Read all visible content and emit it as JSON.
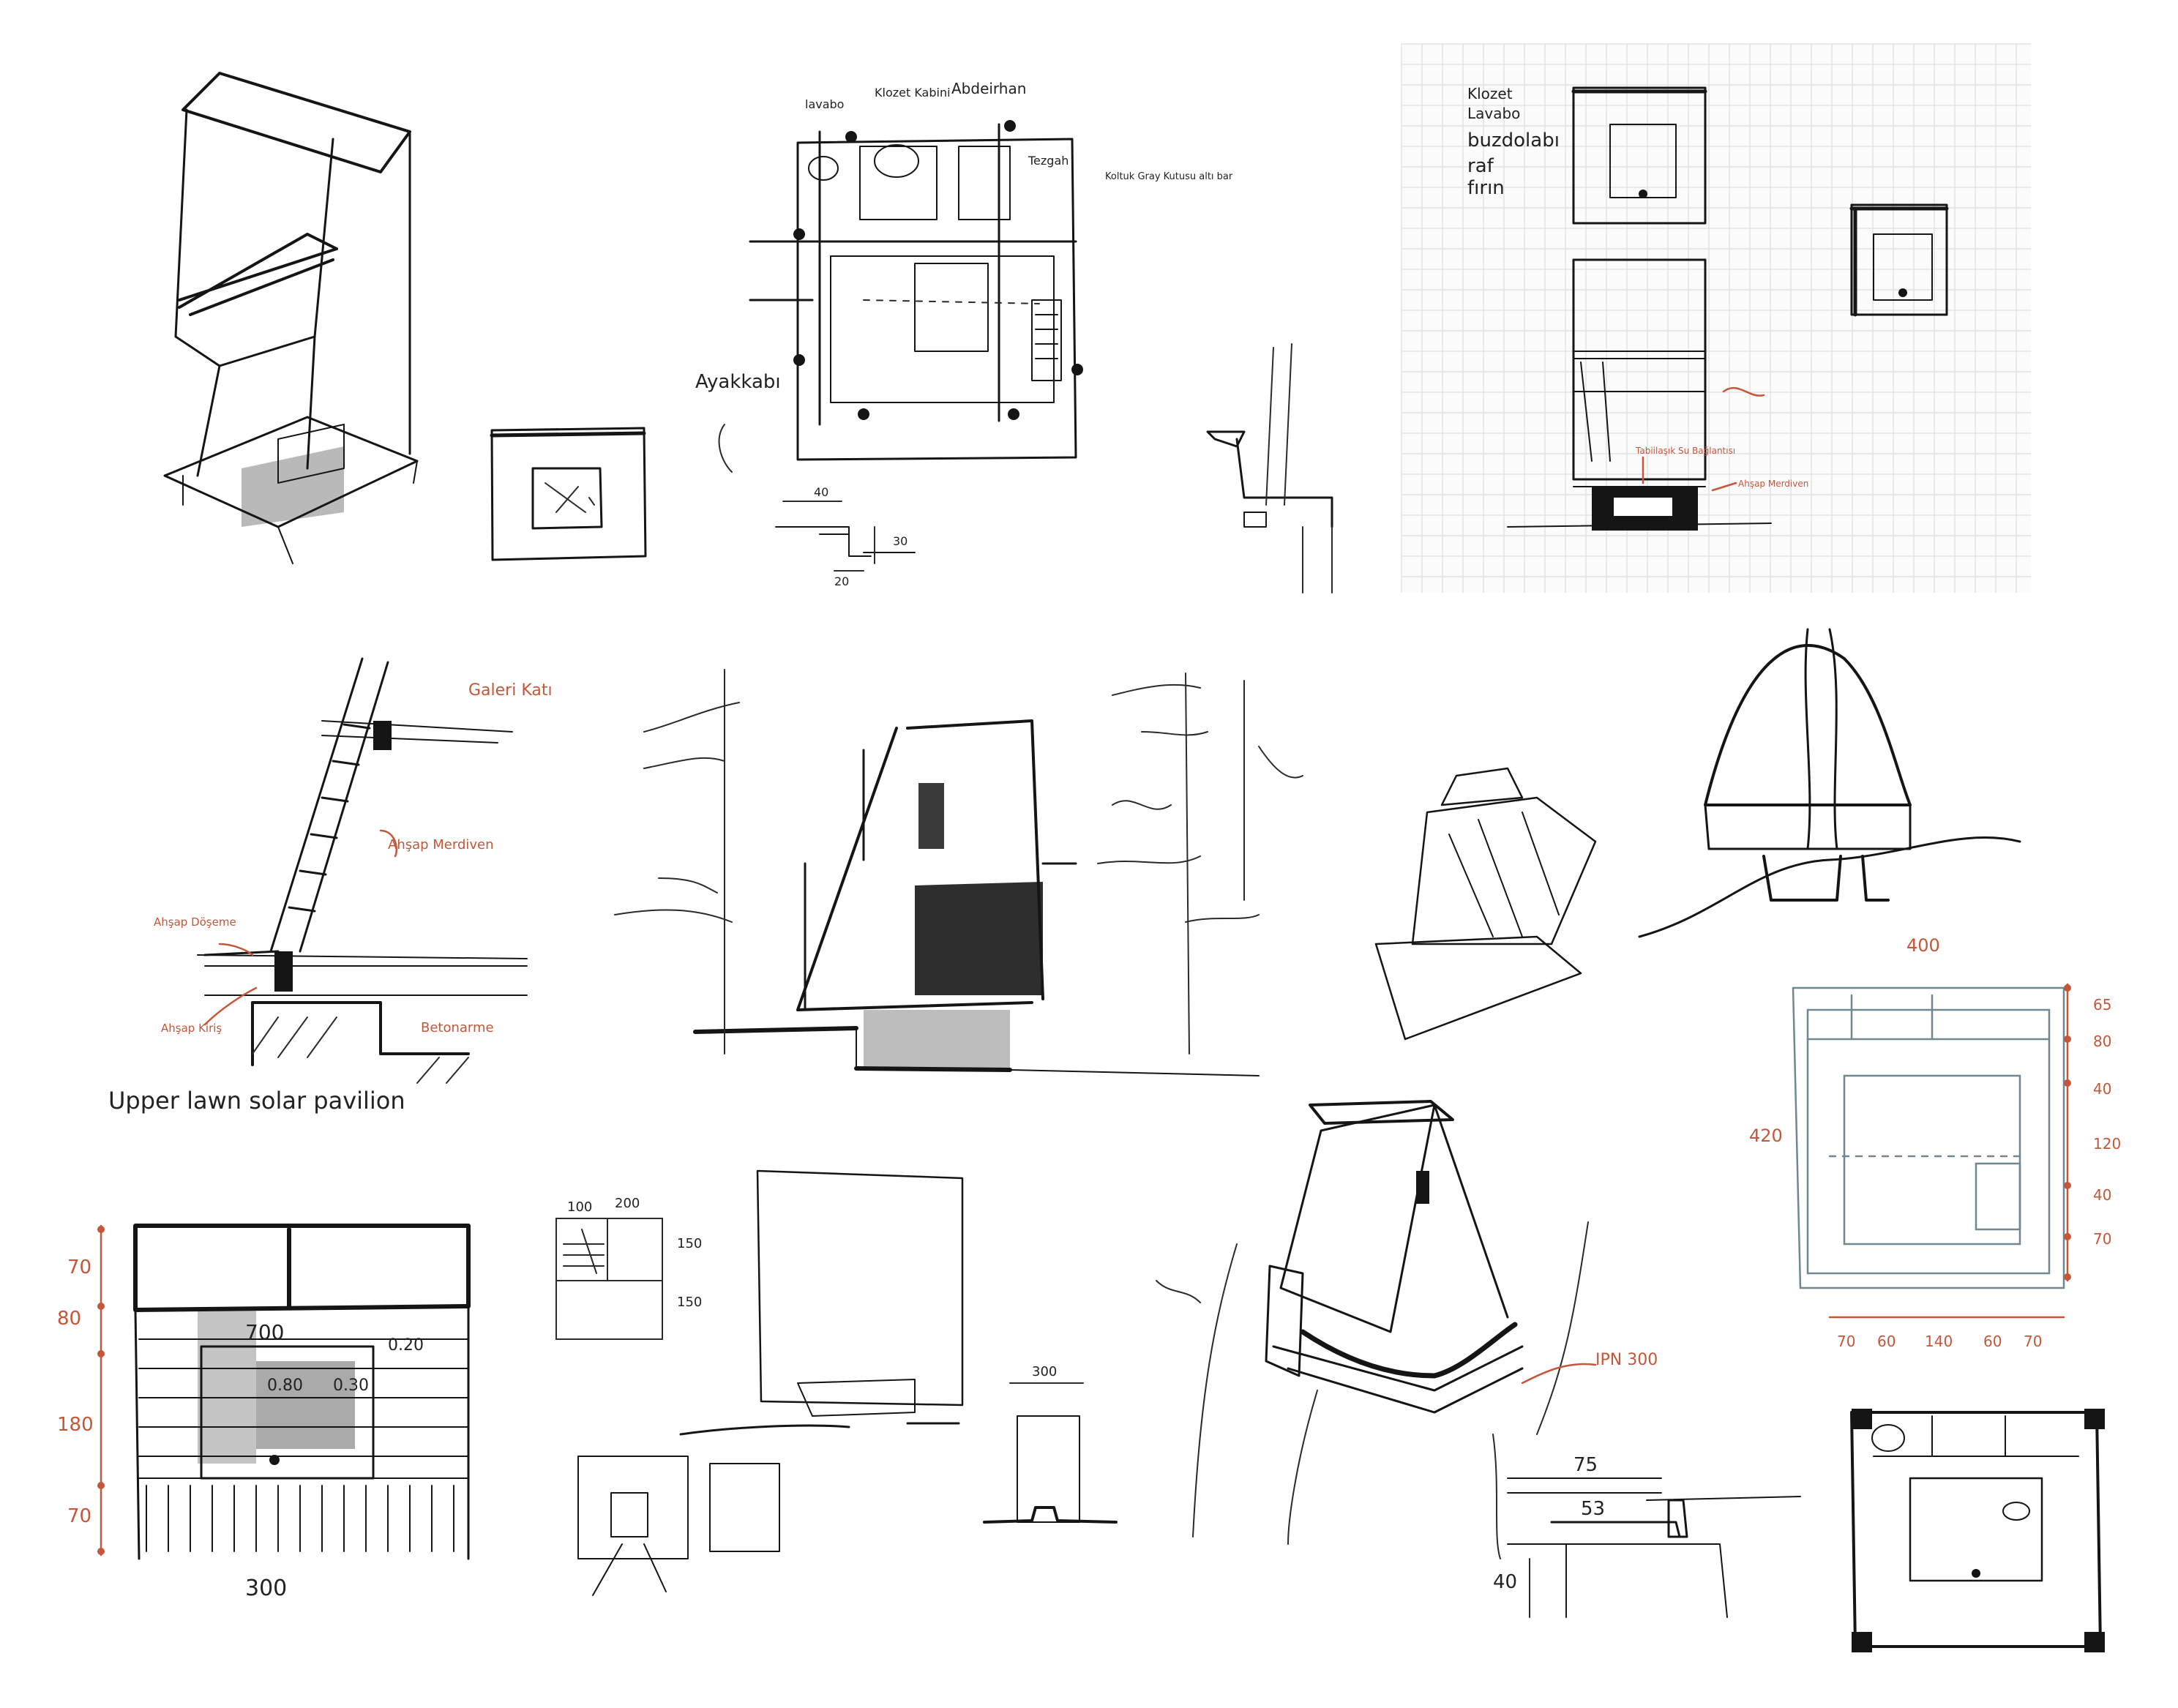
{
  "notes": {
    "plan_top": {
      "lavabo": "lavabo",
      "klozet_kabini": "Klozet Kabini",
      "aboirhan": "Abdeirhan",
      "tezgah": "Tezgah",
      "kolktuk": "Koltuk Gray Kutusu altı bar",
      "ayakkabi": "Ayakkabı",
      "dim_40": "40",
      "dim_30": "30",
      "dim_20": "20"
    },
    "grid_list": {
      "items": [
        "Klozet",
        "Lavabo",
        "buzdolabı",
        "raf",
        "fırın"
      ],
      "note_red_1": "Tabiilaşık Su Bağlantısı",
      "note_red_2": "Ahşap Merdiven"
    },
    "ladder": {
      "galeri_kati": "Galeri Katı",
      "ahsap_merdiven": "Ahşap Merdiven",
      "ahsap_doseme": "Ahşap Döşeme",
      "ahsap_kiris": "Ahşap Kiriş",
      "betonarme": "Betonarme",
      "caption": "Upper lawn solar pavilion"
    },
    "plan_right": {
      "top": "400",
      "left": "420",
      "right_dims": [
        "65",
        "80",
        "40",
        "120",
        "40",
        "70"
      ],
      "bottom_dims": [
        "70",
        "60",
        "140",
        "60",
        "70"
      ]
    },
    "elev_left": {
      "side_dims": [
        "70",
        "80",
        "180",
        "70"
      ],
      "bottom": "300",
      "inner_1": "700",
      "inner_2": "0.20",
      "inner_3": "0.80",
      "inner_4": "0.30"
    },
    "small_plan": {
      "top_a": "100",
      "top_b": "200",
      "side_a": "150",
      "side_b": "150",
      "narrow": "300"
    },
    "isometric": {
      "ipn": "IPN 300"
    },
    "detail": {
      "d75": "75",
      "d53": "53",
      "d40": "40"
    }
  }
}
